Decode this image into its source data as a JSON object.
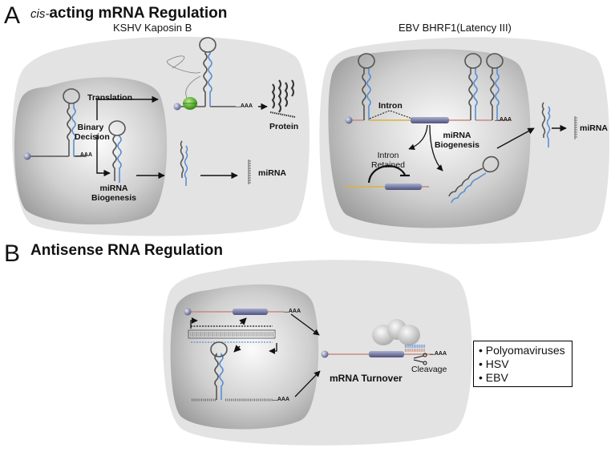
{
  "panel_a": {
    "letter": "A",
    "title_italic": "cis-",
    "title_rest": "acting mRNA Regulation",
    "kshv": {
      "subtitle": "KSHV Kaposin B",
      "labels": {
        "translation": "Translation",
        "binary_decision_1": "Binary",
        "binary_decision_2": "Decision",
        "mirna_biogenesis_1": "miRNA",
        "mirna_biogenesis_2": "Biogenesis",
        "protein": "Protein",
        "mirna": "miRNA",
        "polya_nucleus": "...AAA",
        "polya_cytoplasm": "...AAA"
      }
    },
    "ebv": {
      "subtitle": "EBV BHRF1(Latency III)",
      "labels": {
        "intron": "Intron",
        "mirna_biogenesis_1": "miRNA",
        "mirna_biogenesis_2": "Biogenesis",
        "intron_retained_1": "Intron",
        "intron_retained_2": "Retained",
        "mirna": "miRNA",
        "polya": "...AAA"
      }
    }
  },
  "panel_b": {
    "letter": "B",
    "title": "Antisense RNA Regulation",
    "labels": {
      "polya_sense": "...AAA",
      "polya_antisense": "...AAA",
      "polya_cytoplasm": "...AAA",
      "cleavage": "Cleavage",
      "mrna_turnover": "mRNA Turnover"
    },
    "legend": [
      "Polyomaviruses",
      "HSV",
      "EBV"
    ]
  },
  "colors": {
    "cell": "#e4e4e4",
    "nucleus_center": "#f4f4f4",
    "nucleus_edge": "#a9a9a9",
    "rna_strand": "#555555",
    "mirna_strand": "#5b8fd0",
    "intron": "#e0b040",
    "exon_tube": "#7c80a8",
    "sense_rna": "#c98a7e",
    "ribosome": "#58b02c"
  }
}
